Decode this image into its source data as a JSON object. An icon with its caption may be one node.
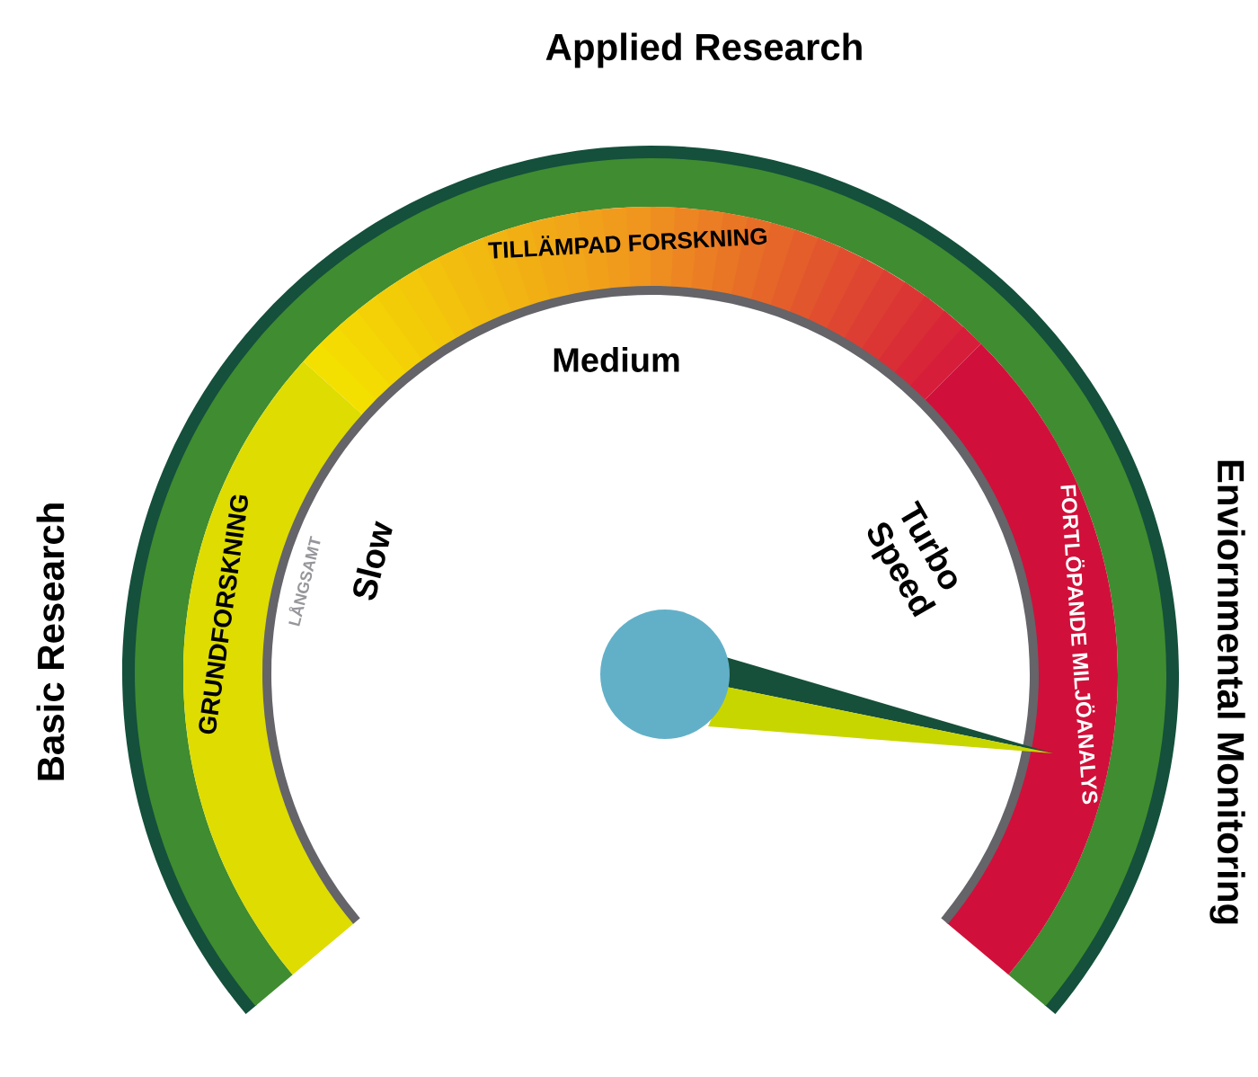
{
  "diagram": {
    "labels": [
      "Applied Research",
      "TILLÄMPAD FORSKNING",
      "Medium",
      "GRUNDFORSKNING",
      "LÅNGSAMT",
      "Slow",
      "Turbo Speed",
      "FORTLÖPANDE MILJÖANALYS",
      "Basic Research",
      "Enviornmental Monitoring"
    ]
  }
}
